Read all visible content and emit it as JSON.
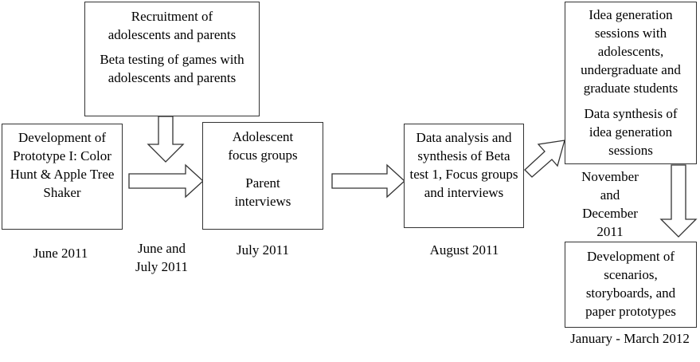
{
  "boxes": {
    "recruitment": {
      "line1": "Recruitment of adolescents and parents",
      "line2": "Beta testing of games with adolescents and parents"
    },
    "prototype": {
      "text": "Development of Prototype I: Color Hunt & Apple Tree Shaker"
    },
    "focus": {
      "line1": "Adolescent focus groups",
      "line2": "Parent interviews"
    },
    "analysis": {
      "text": "Data analysis and synthesis of Beta test 1, Focus groups and interviews"
    },
    "idea": {
      "line1": "Idea generation sessions with adolescents, undergraduate and graduate students",
      "line2": "Data synthesis of idea generation sessions"
    },
    "scenarios": {
      "text": "Development of scenarios, storyboards, and paper prototypes"
    }
  },
  "dates": {
    "june": "June 2011",
    "june_july": "June and July 2011",
    "july": "July 2011",
    "august": "August 2011",
    "nov_dec": "November and December 2011",
    "jan_mar": "January - March 2012"
  }
}
